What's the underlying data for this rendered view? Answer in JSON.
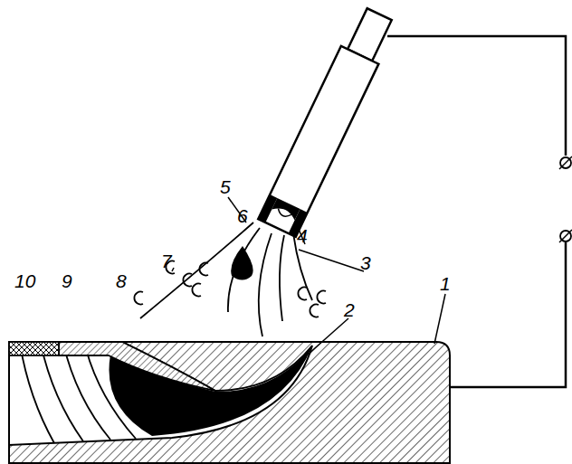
{
  "diagram": {
    "labels": [
      "5",
      "6",
      "4",
      "7",
      "3",
      "10",
      "9",
      "8",
      "2",
      "1"
    ]
  }
}
